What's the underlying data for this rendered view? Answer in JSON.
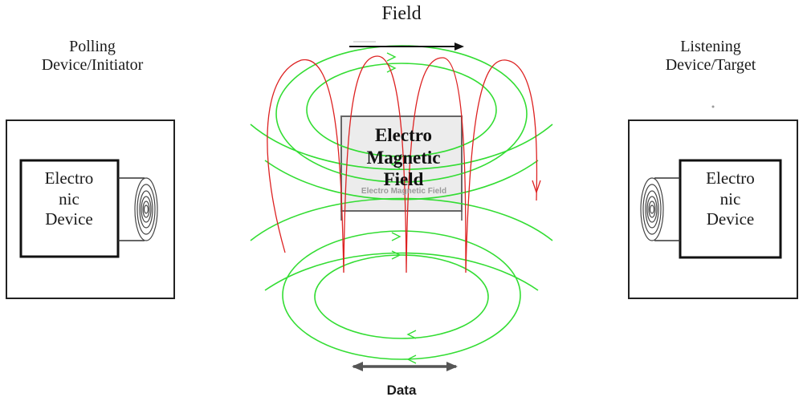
{
  "diagram": {
    "field_label": "Field",
    "polling": {
      "title_line1": "Polling",
      "title_line2": "Device/Initiator"
    },
    "listening": {
      "title_line1": "Listening",
      "title_line2": "Device/Target"
    },
    "left_device": {
      "line1": "Electro",
      "line2": "nic",
      "line3": "Device"
    },
    "right_device": {
      "line1": "Electro",
      "line2": "nic",
      "line3": "Device"
    },
    "em_field": {
      "line1": "Electro",
      "line2": "Magnetic",
      "line3": "Field"
    },
    "em_overlap_text": "Electro Magnetic Field",
    "data_label": "Data",
    "colors": {
      "field_lines": "#33dd33",
      "wave_lines": "#dd2222",
      "box_stroke": "#222222",
      "center_box_fill": "#ececec"
    }
  }
}
